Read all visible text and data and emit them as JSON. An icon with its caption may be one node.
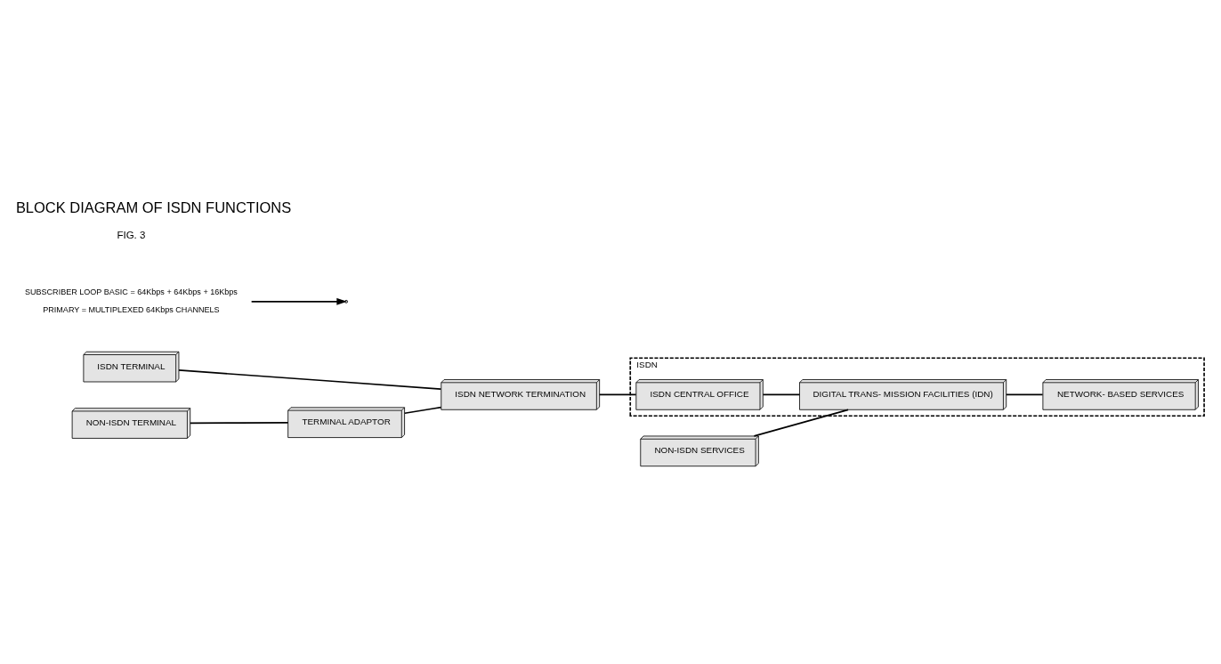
{
  "diagram": {
    "title": "BLOCK DIAGRAM OF ISDN FUNCTIONS",
    "nodes": [
      {
        "text": [
          "ISDN TERMINAL"
        ]
      },
      {
        "text": [
          "NON-ISDN TERMINAL"
        ]
      },
      {
        "text": [
          "TERMINAL ADAPTOR"
        ]
      },
      {
        "text": [
          "ISDN NETWORK TERMINATION"
        ]
      },
      {
        "text": [
          "NON-ISDN SERVICES"
        ]
      },
      {
        "text": [
          "ISDN"
        ]
      },
      {
        "text": [
          "ISDN CENTRAL OFFICE"
        ],
        "in": 5
      },
      {
        "text": [
          "DIGITAL TRANS- MISSION FACILITIES (IDN)"
        ],
        "in": 5
      },
      {
        "text": [
          "NETWORK- BASED SERVICES"
        ],
        "in": 5
      },
      {
        "text": [
          "SUBSCRIBER LOOP BASIC = 64Kbps + 64Kbps + 16Kbps",
          "PRIMARY = MULTIPLEXED 64Kbps CHANNELS"
        ]
      }
    ],
    "edges": [
      {
        "from": 0,
        "to": 3,
        "arrow": "none"
      },
      {
        "from": 1,
        "to": 2,
        "arrow": "none"
      },
      {
        "from": 2,
        "to": 3,
        "arrow": "none"
      },
      {
        "from": 3,
        "to": 6,
        "arrow": "none"
      },
      {
        "from": 6,
        "to": 7,
        "arrow": "none"
      },
      {
        "from": 4,
        "to": 7,
        "arrow": "none"
      },
      {
        "from": 7,
        "to": 8,
        "arrow": "none"
      },
      {
        "from": 9,
        "to": null,
        "arrow": "to"
      }
    ],
    "labels": [
      "FIG. 3"
    ]
  }
}
